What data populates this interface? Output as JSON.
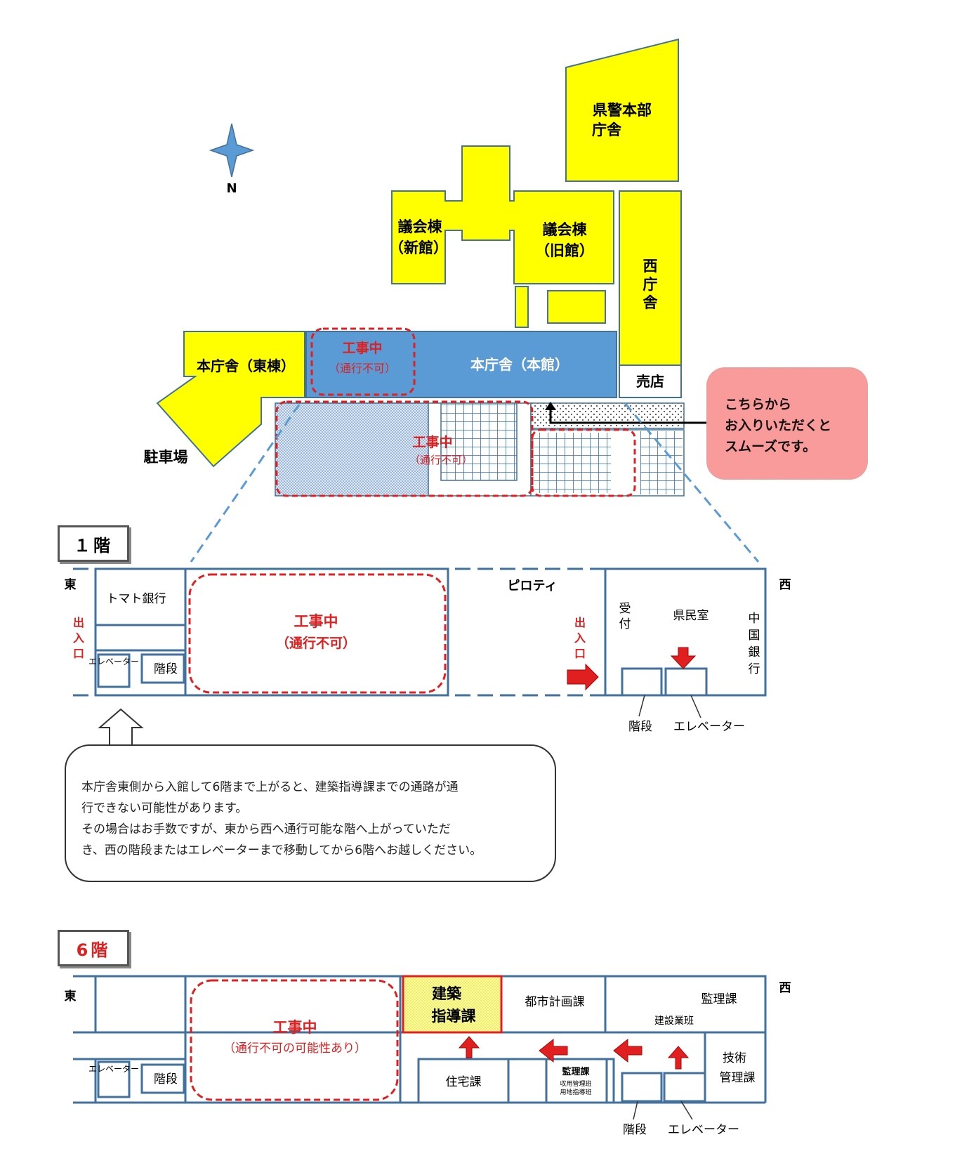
{
  "compass": {
    "label": "N",
    "icon": "compass-star-icon"
  },
  "site_map": {
    "buildings": {
      "police_hq": [
        "県警本部",
        "庁舎"
      ],
      "assembly_new": [
        "議会棟",
        "（新館）"
      ],
      "assembly_old": [
        "議会棟",
        "（旧館）"
      ],
      "west_office": [
        "西",
        "庁",
        "舎"
      ],
      "shop": "売店",
      "main_east": "本庁舎（東棟）",
      "main_main": "本庁舎（本館）",
      "parking": "駐車場"
    },
    "construction_top": {
      "title": "工事中",
      "note": "（通行不可）"
    },
    "construction_south": {
      "title": "工事中",
      "note": "（通行不可）"
    },
    "callout": [
      "こちらから",
      "お入りいただくと",
      "スムーズです。"
    ]
  },
  "floor1": {
    "tag": "１階",
    "east": "東",
    "west": "西",
    "entrance_east": [
      "出",
      "入",
      "口"
    ],
    "entrance_west": [
      "出",
      "入",
      "口"
    ],
    "tomato_bank": "トマト銀行",
    "elevator": "エレベーター",
    "stairs": "階段",
    "construction": {
      "title": "工事中",
      "note": "（通行不可）"
    },
    "piloti": "ピロティ",
    "reception": [
      "受",
      "付"
    ],
    "citizens_room": "県民室",
    "chugoku_bank": [
      "中",
      "国",
      "銀",
      "行"
    ],
    "stairs_label": "階段",
    "elevator_label": "エレベーター"
  },
  "note_lines": [
    "本庁舎東側から入館して6階まで上がると、建築指導課までの通路が通",
    "行できない可能性があります。",
    "その場合はお手数ですが、東から西へ通行可能な階へ上がっていただ",
    "き、西の階段またはエレベーターまで移動してから6階へお越しください。"
  ],
  "floor6": {
    "tag": "6階",
    "tag_color": "#e02020",
    "east": "東",
    "west": "西",
    "elevator": "エレベーター",
    "stairs": "階段",
    "construction": {
      "title": "工事中",
      "note": "（通行不可の可能性あり）"
    },
    "building_guidance": [
      "建築",
      "指導課"
    ],
    "city_planning": "都市計画課",
    "supervision": "監理課",
    "construction_team": "建設業班",
    "tech_management": [
      "技術",
      "管理課"
    ],
    "housing": "住宅課",
    "supervision_small": [
      "監理課",
      "収用管理班",
      "用地指導班"
    ],
    "stairs_label": "階段",
    "elevator_label": "エレベーター"
  },
  "colors": {
    "yellow": "#ffff00",
    "blue": "#5b9bd5",
    "red": "#e02020",
    "outline": "#41719c",
    "pink": "#f99b9b"
  }
}
